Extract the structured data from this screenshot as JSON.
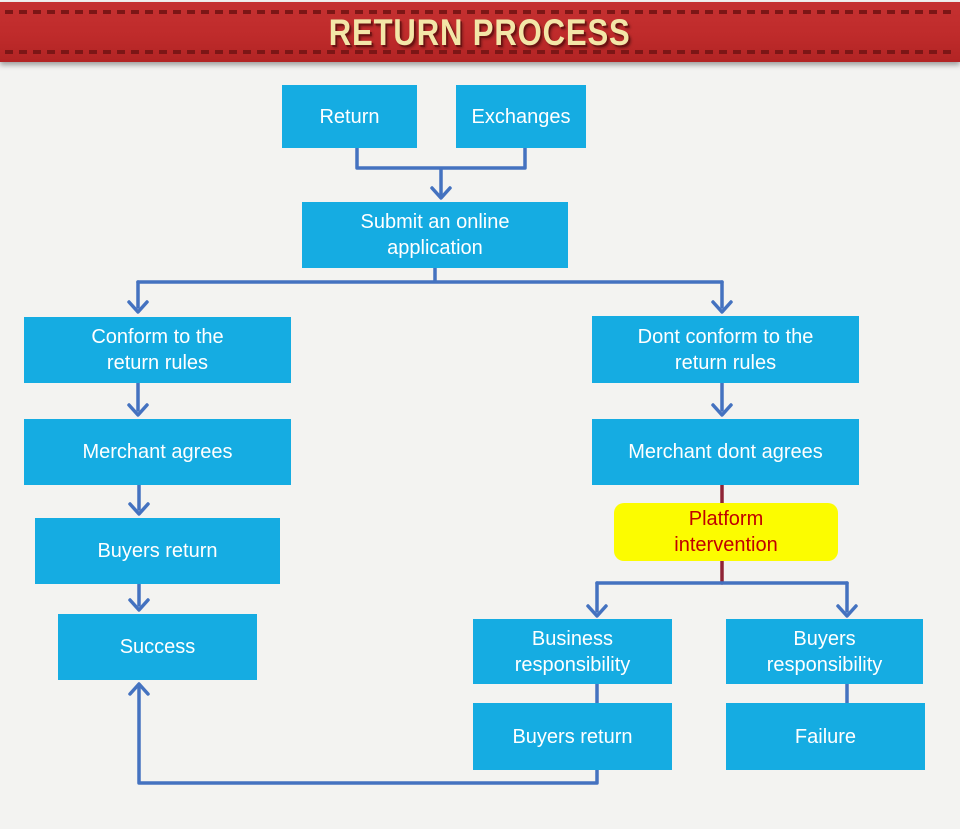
{
  "header": {
    "title": "RETURN PROCESS"
  },
  "colors": {
    "banner_red": "#bf2b2b",
    "banner_stitch_red": "#7c1616",
    "title_cream": "#f3e6a8",
    "node_cyan": "#15ace2",
    "node_text_white": "#ffffff",
    "connector_blue": "#4472c0",
    "connector_dark_red": "#8f2436",
    "highlight_yellow": "#fcfc00",
    "highlight_text_red": "#c00000",
    "page_background": "#f3f3f1"
  },
  "nodes": {
    "return": "Return",
    "exchanges": "Exchanges",
    "submit": "Submit an online\napplication",
    "conform": "Conform to the\nreturn rules",
    "dont_conform": "Dont conform to the\nreturn rules",
    "merchant_agrees": "Merchant agrees",
    "merchant_dont_agrees": "Merchant dont agrees",
    "platform_intervention": "Platform\nintervention",
    "buyers_return_left": "Buyers return",
    "success": "Success",
    "business_responsibility": "Business\nresponsibility",
    "buyers_responsibility": "Buyers\nresponsibility",
    "buyers_return_right": "Buyers return",
    "failure": "Failure"
  },
  "edges": [
    {
      "from": "Return",
      "to": "Submit an online application"
    },
    {
      "from": "Exchanges",
      "to": "Submit an online application"
    },
    {
      "from": "Submit an online application",
      "to": "Conform to the return rules"
    },
    {
      "from": "Submit an online application",
      "to": "Dont conform to the return rules"
    },
    {
      "from": "Conform to the return rules",
      "to": "Merchant agrees"
    },
    {
      "from": "Merchant agrees",
      "to": "Buyers return"
    },
    {
      "from": "Buyers return",
      "to": "Success"
    },
    {
      "from": "Dont conform to the return rules",
      "to": "Merchant dont agrees"
    },
    {
      "from": "Merchant dont agrees",
      "to": "Platform intervention"
    },
    {
      "from": "Platform intervention",
      "to": "Business responsibility"
    },
    {
      "from": "Platform intervention",
      "to": "Buyers responsibility"
    },
    {
      "from": "Business responsibility",
      "to": "Buyers return"
    },
    {
      "from": "Buyers responsibility",
      "to": "Failure"
    },
    {
      "from": "Buyers return (right)",
      "to": "Success"
    }
  ]
}
